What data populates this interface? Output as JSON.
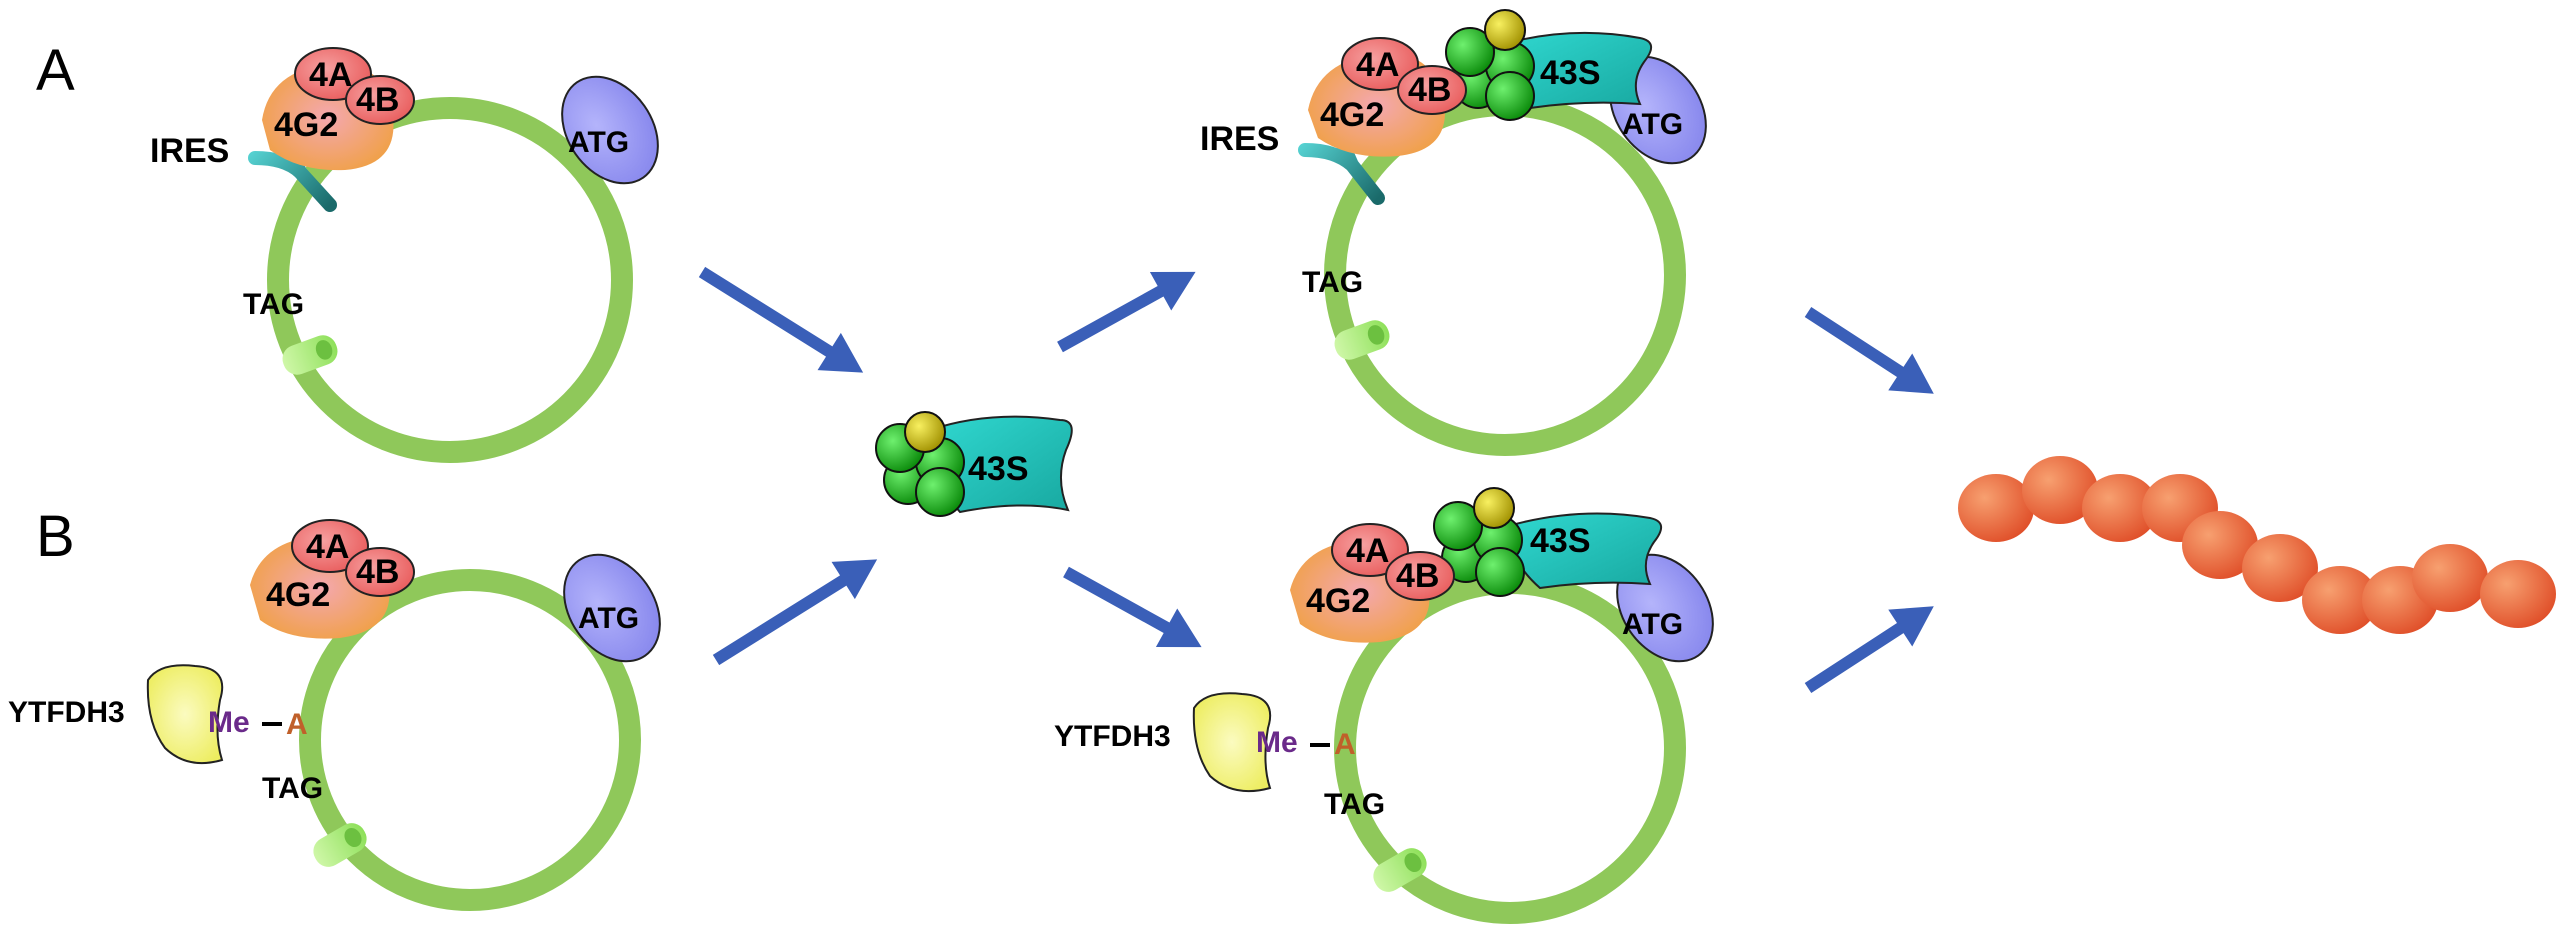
{
  "panels": {
    "a": "A",
    "b": "B"
  },
  "labels": {
    "ires": "IRES",
    "eif4a": "4A",
    "eif4b": "4B",
    "eif4g2": "4G2",
    "atg": "ATG",
    "tag": "TAG",
    "s43": "43S",
    "ythdf3": "YTFDH3",
    "me": "Me",
    "adenosine": "A"
  },
  "colors": {
    "circ_rna": "#8fc85a",
    "eif4g2": "#f2a64a",
    "eif4a_4b": "#f07070",
    "atg_protein": "#9a9af0",
    "ires_structure": "#30b8b0",
    "ribosome_43s": "#20c8c0",
    "ribosome_green": "#1fae1f",
    "ribosome_yellow": "#c8c000",
    "ythdf3_protein": "#f4f480",
    "peptide": "#e86030",
    "arrow": "#3a5fb8"
  },
  "icons": [
    "stop-codon-cylinder-icon",
    "ribosome-subunit-icon",
    "peptide-bead-icon",
    "process-arrow-icon"
  ]
}
